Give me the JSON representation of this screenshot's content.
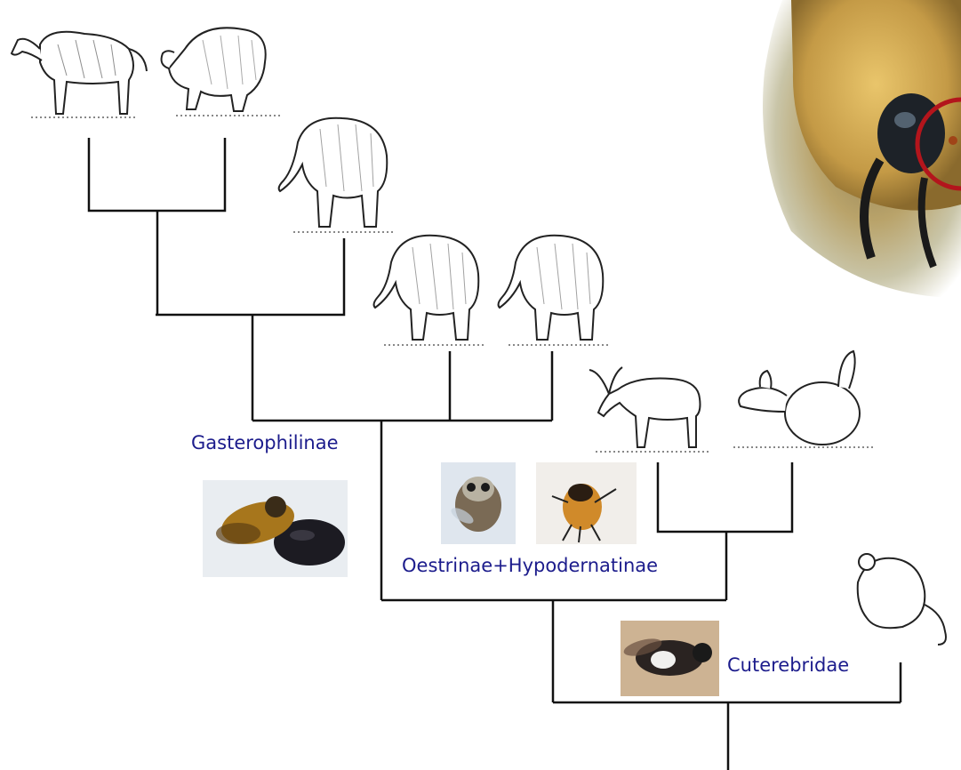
{
  "clade_labels": {
    "gasterophilinae": "Gasterophilinae",
    "oestrinae_hypodermatinae": "Oestrinae+Hypodernatinae",
    "cuterebridae": "Cuterebridae"
  },
  "hosts": [
    "horse",
    "rhinoceros",
    "elephant",
    "elephant",
    "elephant",
    "moose",
    "rabbit",
    "mouse"
  ],
  "colors": {
    "label": "#1c1c8c",
    "tree": "#111111",
    "highlight": "#b3151c"
  },
  "icons": [
    "bee-closeup-photo",
    "botfly-with-pupa-photo",
    "oestrid-fly-photo",
    "hypodermatine-fly-photo",
    "cuterebrid-fly-photo"
  ]
}
